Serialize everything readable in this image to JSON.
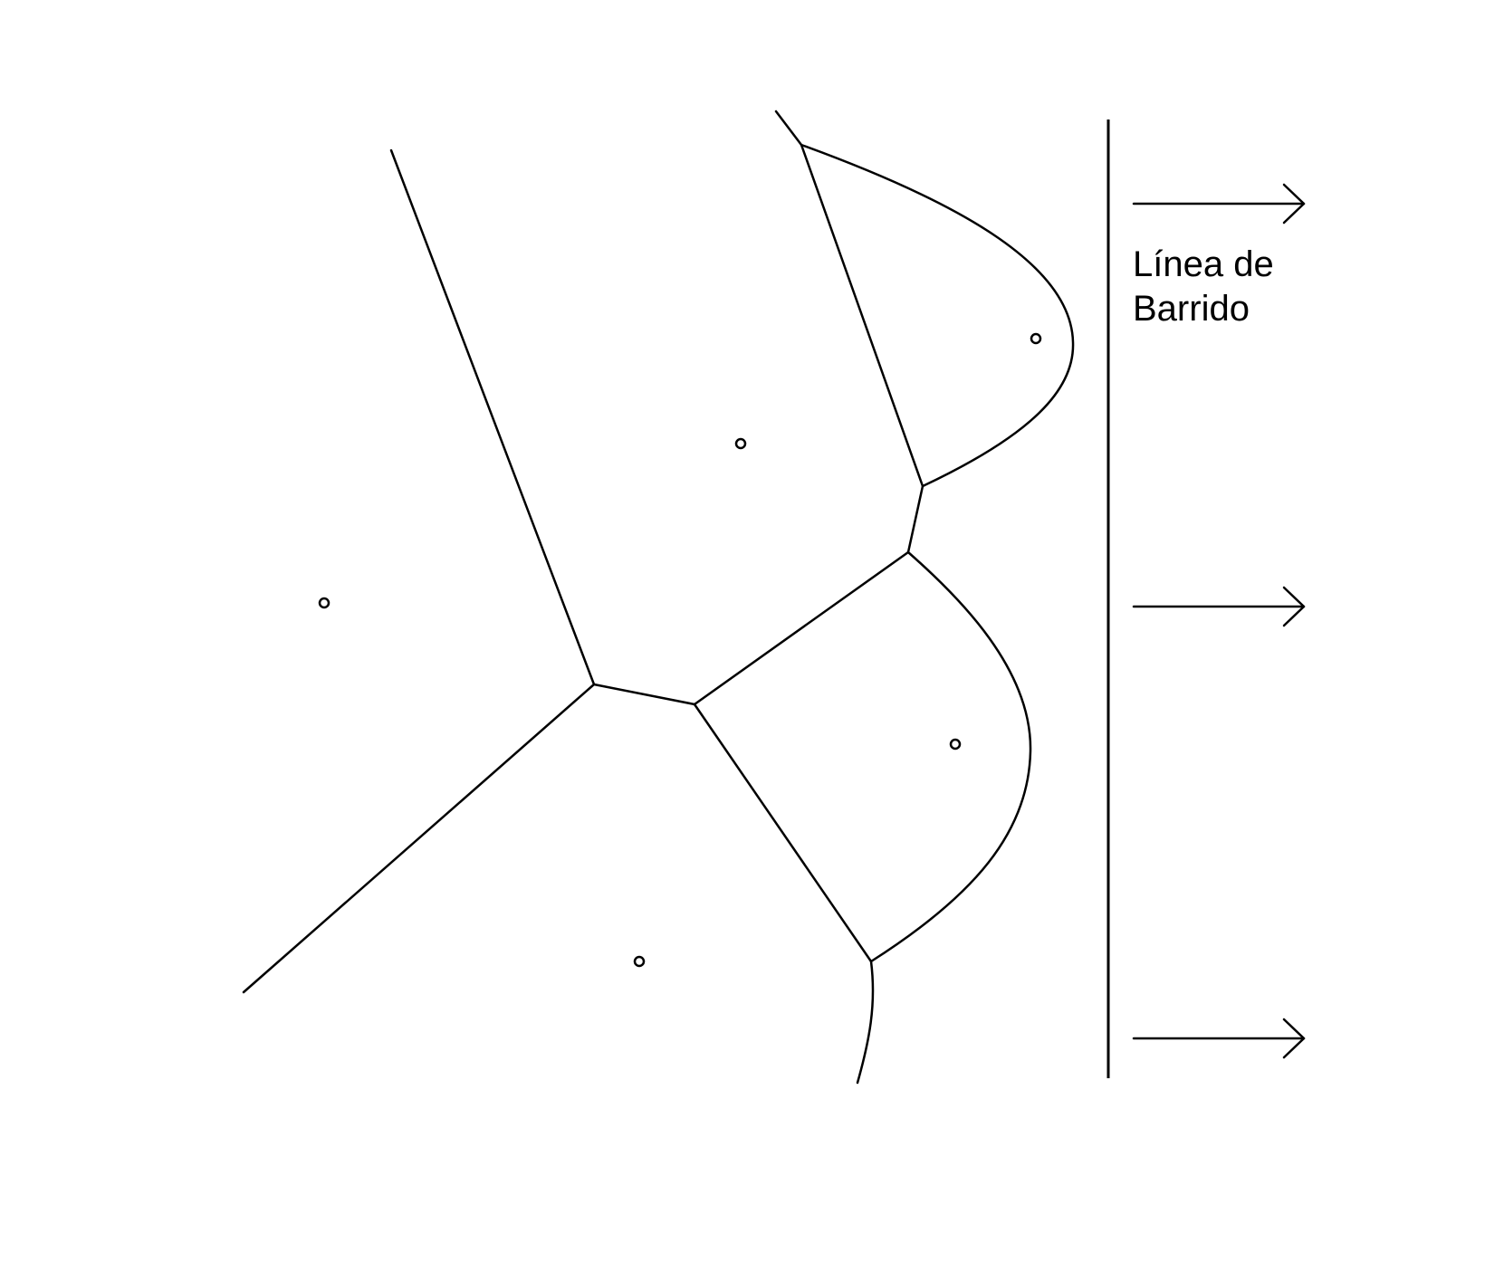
{
  "diagram": {
    "label_line1": "Línea de",
    "label_line2": "Barrido",
    "colors": {
      "stroke": "#000000",
      "background": "#ffffff"
    },
    "elements": {
      "sites": 5,
      "arrows": 3
    }
  }
}
